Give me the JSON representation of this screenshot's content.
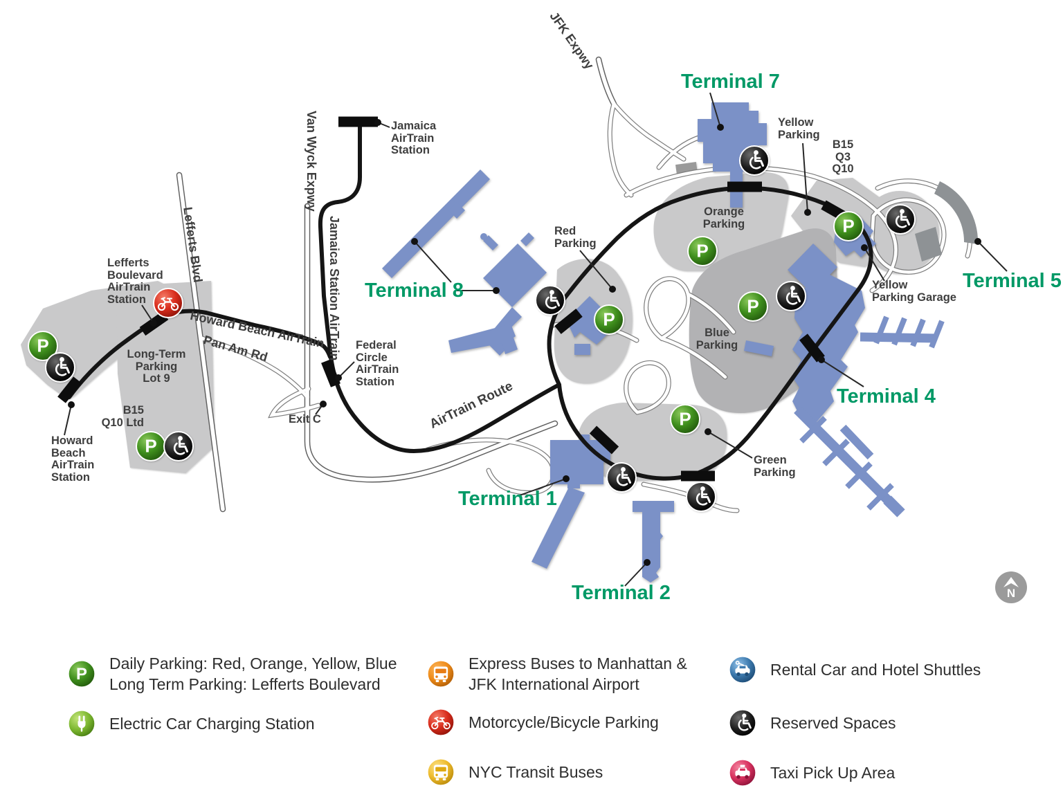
{
  "map": {
    "terminals": {
      "t1": "Terminal 1",
      "t2": "Terminal 2",
      "t4": "Terminal 4",
      "t5": "Terminal 5",
      "t7": "Terminal 7",
      "t8": "Terminal 8"
    },
    "stations": {
      "jamaica": "Jamaica\nAirTrain\nStation",
      "lefferts": "Lefferts\nBoulevard\nAirTrain\nStation",
      "howard_beach": "Howard\nBeach\nAirTrain\nStation",
      "federal_circle": "Federal\nCircle\nAirTrain\nStation"
    },
    "roads": {
      "jfk_expwy": "JFK Expwy",
      "van_wyck": "Van Wyck Expwy",
      "jamaica_line": "Jamaica Station AirTrain",
      "lefferts_blvd": "Lefferts Blvd",
      "howard_beach_line": "Howard Beach AirTrain",
      "pan_am": "Pan Am Rd",
      "airtrain_route": "AirTrain Route",
      "exit_c": "Exit C"
    },
    "parking": {
      "orange": "Orange\nParking",
      "red": "Red\nParking",
      "yellow": "Yellow\nParking",
      "blue": "Blue\nParking",
      "green": "Green\nParking",
      "garage": "Yellow\nParking Garage",
      "long_term": "Long-Term\nParking\nLot 9"
    },
    "buses": {
      "b15_q3_q10": "B15\nQ3\nQ10",
      "b15_q10": "B15\nQ10 Ltd"
    },
    "compass": "N",
    "icons": {
      "parking_glyph": "P"
    },
    "colors": {
      "terminal_blue": "#7b91c7",
      "parking_gray": "#c9c9ca",
      "blue_lot_gray": "#b2b2b4",
      "dark_gray": "#8e9295",
      "terminal_label_green": "#009966",
      "airtrain_black": "#151515",
      "daily_parking_green": "#3f8f1d",
      "reserved_black": "#1a1a1a",
      "motorcycle_red": "#cf2a1b",
      "express_bus_orange": "#e87d15",
      "transit_bus_yellow": "#e9b822",
      "rental_blue": "#3c79ad",
      "taxi_pink": "#d8315f"
    }
  },
  "legend": {
    "items": [
      {
        "icon": "parking-icon",
        "label": "Daily Parking: Red, Orange, Yellow, Blue\nLong Term Parking: Lefferts Boulevard"
      },
      {
        "icon": "ev-charging-icon",
        "label": "Electric Car Charging Station"
      },
      {
        "icon": "express-bus-icon",
        "label": "Express Buses to Manhattan &\nJFK International Airport"
      },
      {
        "icon": "motorcycle-parking-icon",
        "label": "Motorcycle/Bicycle Parking"
      },
      {
        "icon": "transit-bus-icon",
        "label": "NYC Transit Buses"
      },
      {
        "icon": "rental-shuttle-icon",
        "label": "Rental Car and Hotel Shuttles"
      },
      {
        "icon": "reserved-spaces-icon",
        "label": "Reserved Spaces"
      },
      {
        "icon": "taxi-icon",
        "label": "Taxi Pick Up Area"
      }
    ]
  }
}
